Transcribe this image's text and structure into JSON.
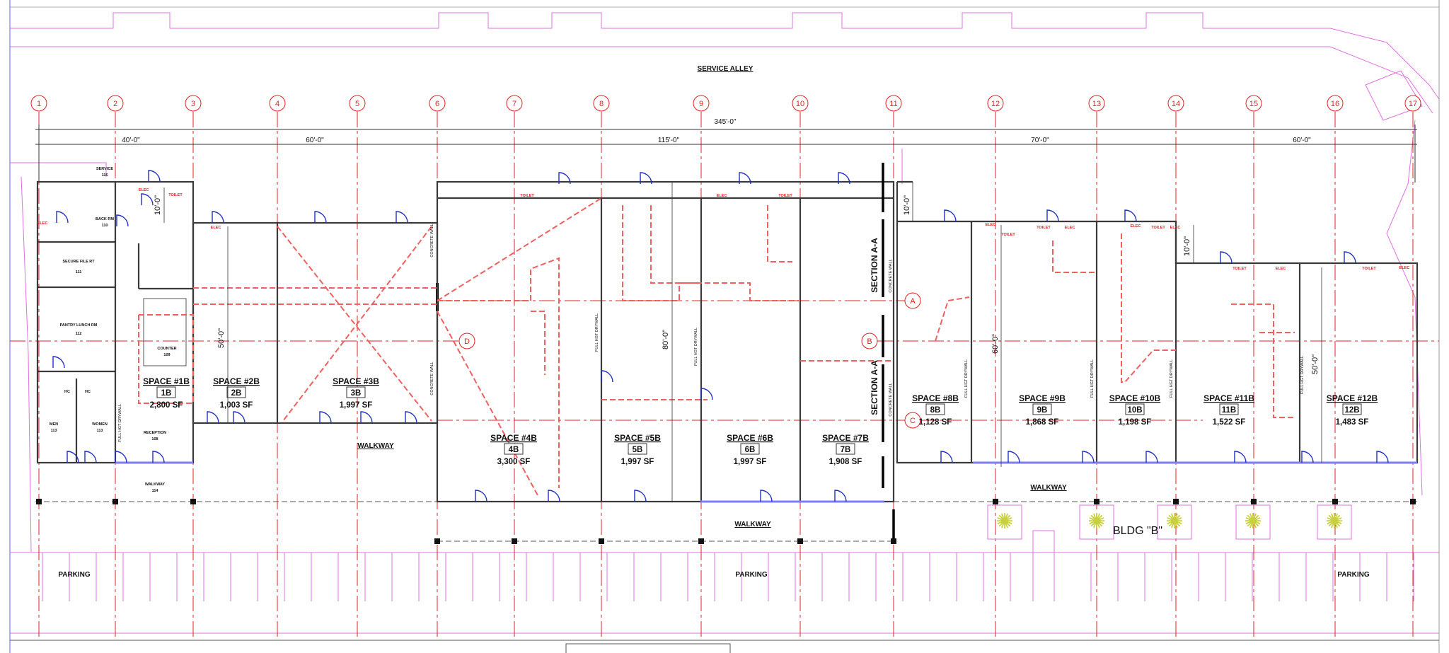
{
  "drawing": {
    "service_alley": "SERVICE ALLEY",
    "building_label": "BLDG \"B\"",
    "parking_labels": [
      "PARKING",
      "PARKING",
      "PARKING"
    ],
    "walkway_labels": [
      "WALKWAY",
      "WALKWAY",
      "WALKWAY"
    ],
    "walkway_room": {
      "name": "WALKWAY",
      "number": "114"
    }
  },
  "grid": {
    "columns": [
      "1",
      "2",
      "3",
      "4",
      "5",
      "6",
      "7",
      "8",
      "9",
      "10",
      "11",
      "12",
      "13",
      "14",
      "15",
      "16",
      "17"
    ],
    "rows": [
      "A",
      "B",
      "C",
      "D"
    ]
  },
  "dimensions": {
    "overall": "345'-0\"",
    "segments": [
      "40'-0\"",
      "60'-0\"",
      "115'-0\"",
      "70'-0\"",
      "60'-0\""
    ],
    "vertical": [
      "10'-0\"",
      "50'-0\"",
      "80'-0\"",
      "10'-0\"",
      "60'-0\"",
      "10'-0\"",
      "50'-0\""
    ]
  },
  "spaces": [
    {
      "title": "SPACE #1B",
      "id": "1B",
      "area": "2,800 SF"
    },
    {
      "title": "SPACE #2B",
      "id": "2B",
      "area": "1,003 SF"
    },
    {
      "title": "SPACE #3B",
      "id": "3B",
      "area": "1,997 SF"
    },
    {
      "title": "SPACE #4B",
      "id": "4B",
      "area": "3,300 SF"
    },
    {
      "title": "SPACE #5B",
      "id": "5B",
      "area": "1,997 SF"
    },
    {
      "title": "SPACE #6B",
      "id": "6B",
      "area": "1,997 SF"
    },
    {
      "title": "SPACE #7B",
      "id": "7B",
      "area": "1,908 SF"
    },
    {
      "title": "SPACE #8B",
      "id": "8B",
      "area": "1,128 SF"
    },
    {
      "title": "SPACE #9B",
      "id": "9B",
      "area": "1,868 SF"
    },
    {
      "title": "SPACE #10B",
      "id": "10B",
      "area": "1,198 SF"
    },
    {
      "title": "SPACE #11B",
      "id": "11B",
      "area": "1,522 SF"
    },
    {
      "title": "SPACE #12B",
      "id": "12B",
      "area": "1,483 SF"
    }
  ],
  "rooms": [
    {
      "name": "SERVICE",
      "number": "115"
    },
    {
      "name": "BACK RM",
      "number": "110"
    },
    {
      "name": "SECURE FILE RT",
      "number": "111"
    },
    {
      "name": "PANTRY LUNCH RM",
      "number": "112"
    },
    {
      "name": "MEN",
      "number": "113"
    },
    {
      "name": "WOMEN",
      "number": "113"
    },
    {
      "name": "COUNTER",
      "number": "109"
    },
    {
      "name": "RECEPTION",
      "number": "108"
    }
  ],
  "notes": {
    "section": "SECTION A-A",
    "concrete_wall": "CONCRETE WALL",
    "drywall": "FULL HGT DRYWALL",
    "elec": "ELEC",
    "toilet": "TOILET",
    "hc": "HC"
  },
  "colors": {
    "grid": "#e02020",
    "walls": "#3a3a3a",
    "property_line": "#e070e0",
    "doors": "#2030c0",
    "storefront": "#7c7cff",
    "demo_walls": "#f06060",
    "trees": "#c8d040"
  }
}
